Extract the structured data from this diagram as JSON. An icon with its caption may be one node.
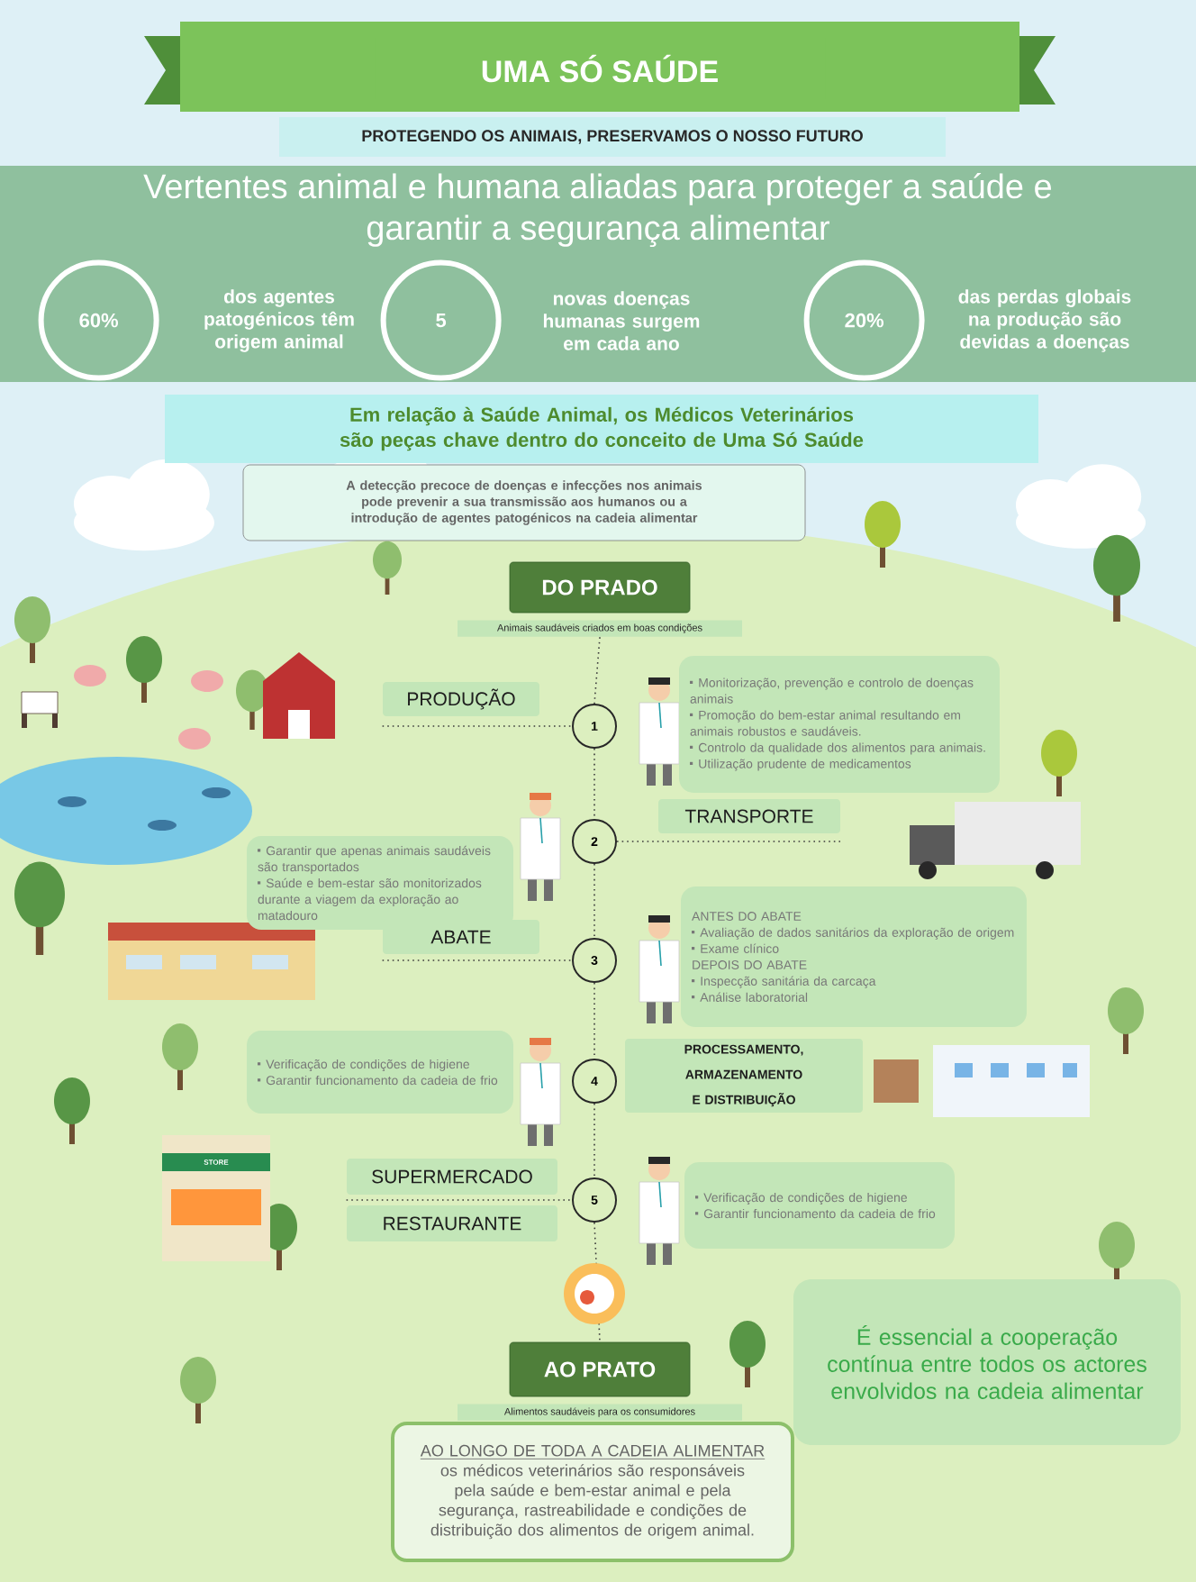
{
  "diagram": {
    "nodes": [
      {
        "text": [
          "UMA SÓ SAÚDE"
        ]
      },
      {
        "text": [
          "PROTEGENDO OS ANIMAIS, PRESERVAMOS O NOSSO FUTURO"
        ]
      },
      {
        "text": [
          "Vertentes animal e humana aliadas para proteger a saúde e garantir a segurança alimentar"
        ]
      },
      {
        "text": [
          "60%"
        ],
        "in": 2,
        "beside": [
          "dos agentes patogénicos têm origem animal"
        ]
      },
      {
        "text": [
          "5"
        ],
        "in": 2,
        "beside": [
          "novas doenças humanas surgem em cada ano"
        ]
      },
      {
        "text": [
          "20%"
        ],
        "in": 2,
        "beside": [
          "das perdas globais na produção são devidas a doenças"
        ]
      },
      {
        "text": [
          "Em relação à Saúde Animal, os Médicos Veterinários são peças chave dentro do conceito de Uma Só Saúde"
        ]
      },
      {
        "text": [
          "A detecção precoce de doenças e infecções nos animais pode prevenir a sua transmissão aos humanos ou a introdução de agentes patogénicos na cadeia alimentar"
        ]
      },
      {
        "text": [
          "DO PRADO",
          "Animais saudáveis criados em boas condições"
        ]
      },
      {
        "text": [
          "PRODUÇÃO"
        ]
      },
      {
        "text": [
          "1"
        ]
      },
      {
        "text": [
          "Monitorização, prevenção e controlo de doenças animais",
          "Promoção do bem-estar animal resultando em animais robustos e saudáveis.",
          "Controlo da qualidade dos alimentos para animais.",
          "Utilização prudente de medicamentos"
        ]
      },
      {
        "text": [
          "TRANSPORTE"
        ]
      },
      {
        "text": [
          "2"
        ]
      },
      {
        "text": [
          "Garantir que apenas animais saudáveis são transportados",
          "Saúde e bem-estar são monitorizados durante a viagem da exploração ao matadouro"
        ]
      },
      {
        "text": [
          "ABATE"
        ]
      },
      {
        "text": [
          "3"
        ]
      },
      {
        "text": [
          "ANTES DO ABATE",
          "Avaliação de dados sanitários da exploração de origem",
          "Exame clínico",
          "DEPOIS DO ABATE",
          "Inspecção sanitária da carcaça",
          "Análise laboratorial"
        ]
      },
      {
        "text": [
          "Verificação de condições de higiene",
          "Garantir funcionamento da cadeia de frio"
        ]
      },
      {
        "text": [
          "4"
        ]
      },
      {
        "text": [
          "PROCESSAMENTO, ARMAZENAMENTO E DISTRIBUIÇÃO"
        ]
      },
      {
        "text": [
          "SUPERMERCADO"
        ]
      },
      {
        "text": [
          "RESTAURANTE"
        ]
      },
      {
        "text": [
          "5"
        ]
      },
      {
        "text": [
          "Verificação de condições de higiene",
          "Garantir funcionamento da cadeia de frio"
        ]
      },
      {
        "text": [
          "AO PRATO",
          "Alimentos saudáveis para os consumidores"
        ]
      },
      {
        "text": [
          "AO LONGO DE TODA A CADEIA ALIMENTAR",
          "os médicos veterinários são responsáveis pela saúde e bem-estar animal e pela segurança, rastreabilidade e condições de distribuição dos alimentos de origem animal."
        ]
      },
      {
        "text": [
          "É essencial a cooperação contínua entre todos os actores envolvidos na cadeia alimentar"
        ]
      }
    ],
    "edges": [
      {
        "from": 8,
        "to": 10,
        "arrow": "none"
      },
      {
        "from": 9,
        "to": 10,
        "arrow": "none"
      },
      {
        "from": 10,
        "to": 13,
        "arrow": "none"
      },
      {
        "from": 13,
        "to": 12,
        "arrow": "none"
      },
      {
        "from": 13,
        "to": 16,
        "arrow": "none"
      },
      {
        "from": 15,
        "to": 16,
        "arrow": "none"
      },
      {
        "from": 16,
        "to": 19,
        "arrow": "none"
      },
      {
        "from": 19,
        "to": 23,
        "arrow": "none"
      },
      {
        "from": 21,
        "to": 23,
        "arrow": "none"
      },
      {
        "from": 22,
        "to": 23,
        "arrow": "none"
      },
      {
        "from": 23,
        "to": 25,
        "arrow": "none"
      }
    ],
    "labels": [
      "STORE"
    ]
  }
}
